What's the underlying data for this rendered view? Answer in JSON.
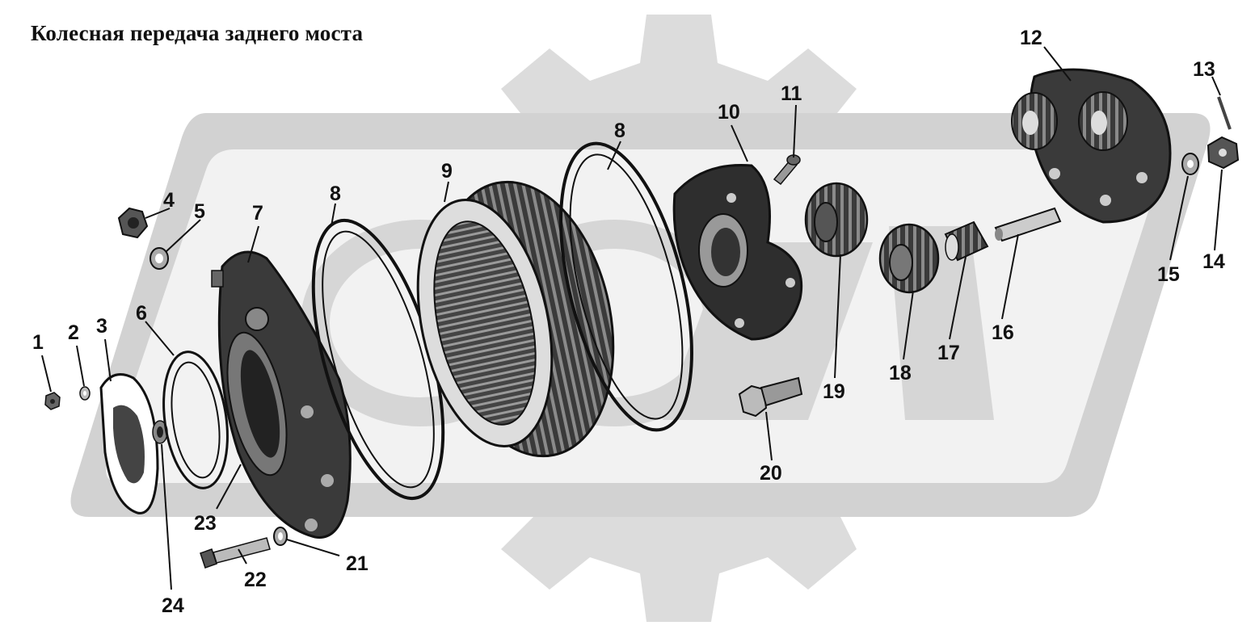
{
  "title": "Колесная передача заднего моста",
  "callouts": [
    "1",
    "2",
    "3",
    "4",
    "5",
    "6",
    "7",
    "8",
    "8",
    "9",
    "10",
    "11",
    "12",
    "13",
    "14",
    "15",
    "16",
    "17",
    "18",
    "19",
    "20",
    "21",
    "22",
    "23",
    "24"
  ],
  "colors": {
    "ink": "#111111",
    "watermark": "#d9d9d9",
    "paper": "#ffffff",
    "metal_dark": "#2a2a2a",
    "metal_mid": "#6b6b6b"
  }
}
